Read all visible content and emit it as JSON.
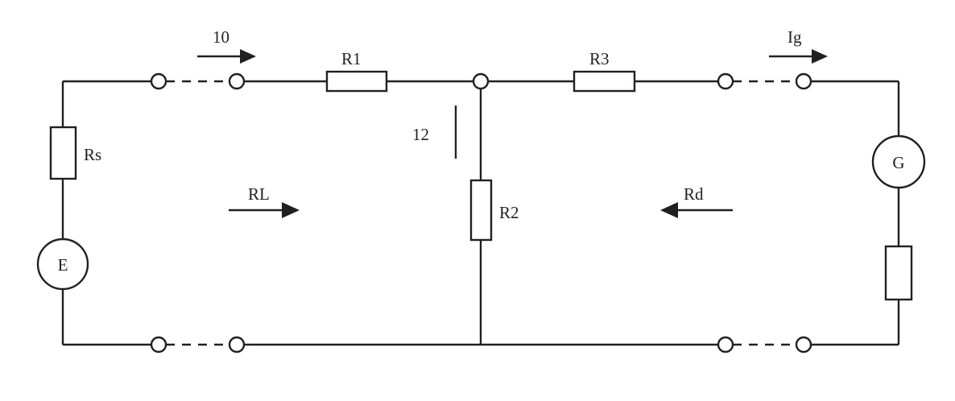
{
  "labels": {
    "current_in": "10",
    "r1": "R1",
    "r3": "R3",
    "current_g": "Ig",
    "current_2": "12",
    "rs": "Rs",
    "rl": "RL",
    "r2": "R2",
    "rd": "Rd"
  },
  "symbols": {
    "source": "E",
    "galvanometer": "G"
  },
  "colors": {
    "ink": "#231f20",
    "background": "#ffffff"
  }
}
